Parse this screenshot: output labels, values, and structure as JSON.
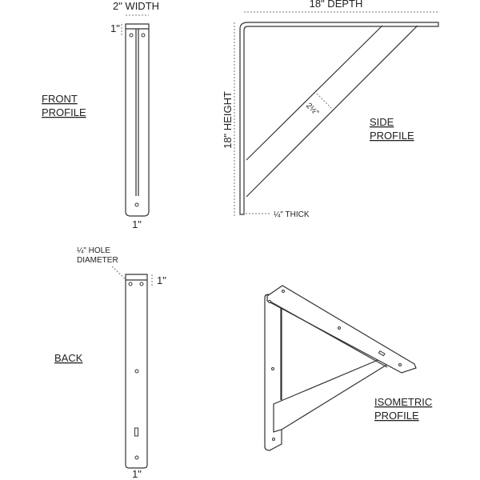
{
  "front": {
    "title_line1": "FRONT",
    "title_line2": "PROFILE",
    "width_label": "2\" WIDTH",
    "top_offset_label": "1\"",
    "bottom_label": "1\""
  },
  "side": {
    "title_line1": "SIDE",
    "title_line2": "PROFILE",
    "depth_label": "18\" DEPTH",
    "height_label": "18\" HEIGHT",
    "brace_width_label": "2½\"",
    "thickness_label": "¼\" THICK"
  },
  "back": {
    "title": "BACK",
    "hole_label_line1": "¼\" HOLE",
    "hole_label_line2": "DIAMETER",
    "top_offset_label": "1\"",
    "bottom_label": "1\""
  },
  "isometric": {
    "title_line1": "ISOMETRIC",
    "title_line2": "PROFILE"
  }
}
